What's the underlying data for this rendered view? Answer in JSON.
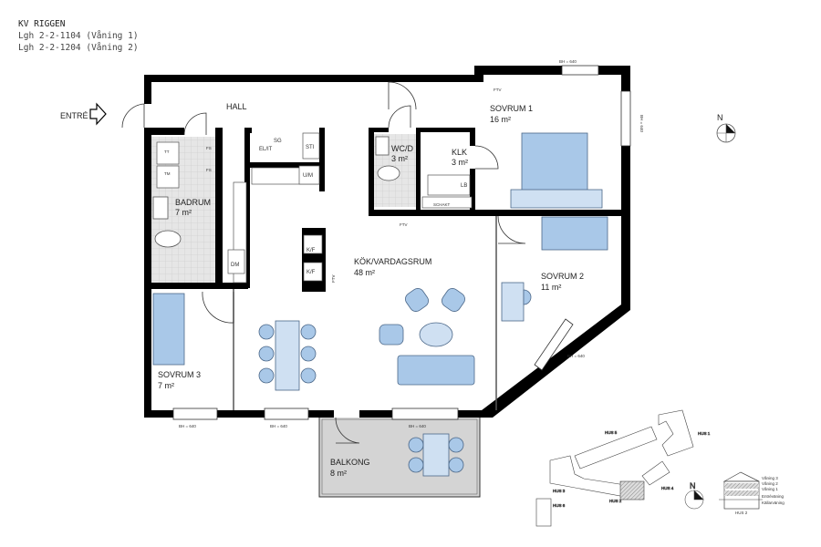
{
  "header": {
    "project": "KV RIGGEN",
    "unit_line_1": "Lgh 2-2-1104 (Våning 1)",
    "unit_line_2": "Lgh 2-2-1204 (Våning 2)"
  },
  "entrance": {
    "label": "ENTRÉ"
  },
  "rooms": {
    "hall": {
      "name": "HALL"
    },
    "badrum": {
      "name": "BADRUM",
      "area": "7 m²"
    },
    "wcd": {
      "name": "WC/D",
      "area": "3 m²"
    },
    "klk": {
      "name": "KLK",
      "area": "3 m²"
    },
    "sovrum1": {
      "name": "SOVRUM 1",
      "area": "16 m²"
    },
    "sovrum2": {
      "name": "SOVRUM 2",
      "area": "11 m²"
    },
    "sovrum3": {
      "name": "SOVRUM 3",
      "area": "7 m²"
    },
    "kok": {
      "name": "KÖK/VARDAGSRUM",
      "area": "48 m²"
    },
    "balkong": {
      "name": "BALKONG",
      "area": "8 m²"
    }
  },
  "fixtures": {
    "sg": "SG",
    "sti": "STI",
    "elit": "EL/IT",
    "um": "U/M",
    "dm": "DM",
    "kf1": "K/F",
    "kf2": "K/F",
    "fs1": "FS",
    "fs2": "FS",
    "tt": "TT",
    "tm": "TM",
    "lb": "LB",
    "schakt": "SCHAKT",
    "ftv1": "FTV",
    "ftv2": "FTV",
    "ftv3": "FTV"
  },
  "windows": {
    "w1": "BH = 640",
    "w2": "BH = 640",
    "w3": "BH = 640",
    "w4": "BH = 640",
    "w5": "BH = 640",
    "w6": "BH = 640",
    "w7": "BH = 640"
  },
  "compass": {
    "north": "N"
  },
  "site_plan": {
    "buildings": [
      "HUS 1",
      "HUS 2",
      "HUS 3",
      "HUS 4",
      "HUS 5",
      "HUS 6"
    ],
    "compass_north": "N"
  },
  "section": {
    "levels": [
      "Våning 3",
      "Våning 2",
      "Våning 1",
      "Entréväning",
      "Källarväning"
    ],
    "building": "HUS 2"
  },
  "colors": {
    "wall": "#000000",
    "furniture": "#a9c8e8",
    "furniture_light": "#cfe0f2",
    "tile": "#e2e2e2",
    "balcony": "#d4d4d4"
  }
}
